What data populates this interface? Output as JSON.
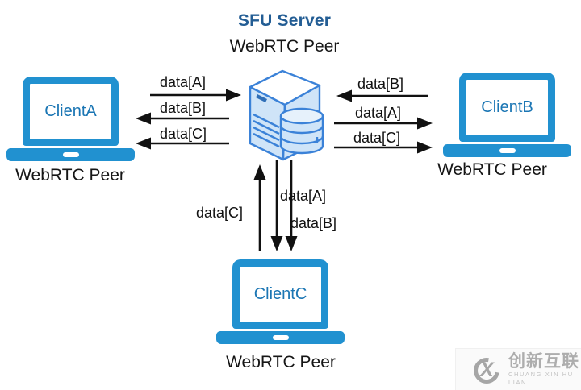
{
  "diagram": {
    "title": "SFU Server",
    "title_sub": "WebRTC Peer"
  },
  "nodes": {
    "server": {
      "icon": "server-database-icon"
    },
    "clientA": {
      "label": "ClientA",
      "caption": "WebRTC Peer"
    },
    "clientB": {
      "label": "ClientB",
      "caption": "WebRTC Peer"
    },
    "clientC": {
      "label": "ClientC",
      "caption": "WebRTC Peer"
    }
  },
  "edges": {
    "left": [
      {
        "label": "data[A]",
        "direction": "clientA-to-server"
      },
      {
        "label": "data[B]",
        "direction": "server-to-clientA"
      },
      {
        "label": "data[C]",
        "direction": "server-to-clientA"
      }
    ],
    "right": [
      {
        "label": "data[B]",
        "direction": "clientB-to-server"
      },
      {
        "label": "data[A]",
        "direction": "server-to-clientB"
      },
      {
        "label": "data[C]",
        "direction": "server-to-clientB"
      }
    ],
    "bottom": [
      {
        "label": "data[C]",
        "direction": "clientC-to-server"
      },
      {
        "label": "data[A]",
        "direction": "server-to-clientC"
      },
      {
        "label": "data[B]",
        "direction": "server-to-clientC"
      }
    ]
  },
  "watermark": {
    "brand": "创新互联",
    "brand_sub": "CHUANG XIN HU LIAN",
    "logo": "cx-circle-x-logo"
  },
  "colors": {
    "laptop_blue": "#2191d0",
    "client_text_blue": "#1b76b4",
    "title_blue": "#235d94",
    "arrow_black": "#111111",
    "server_outline_blue": "#3b82d8",
    "server_fill_blue": "#cfe4f8",
    "watermark_gray": "#a6a6a6"
  }
}
